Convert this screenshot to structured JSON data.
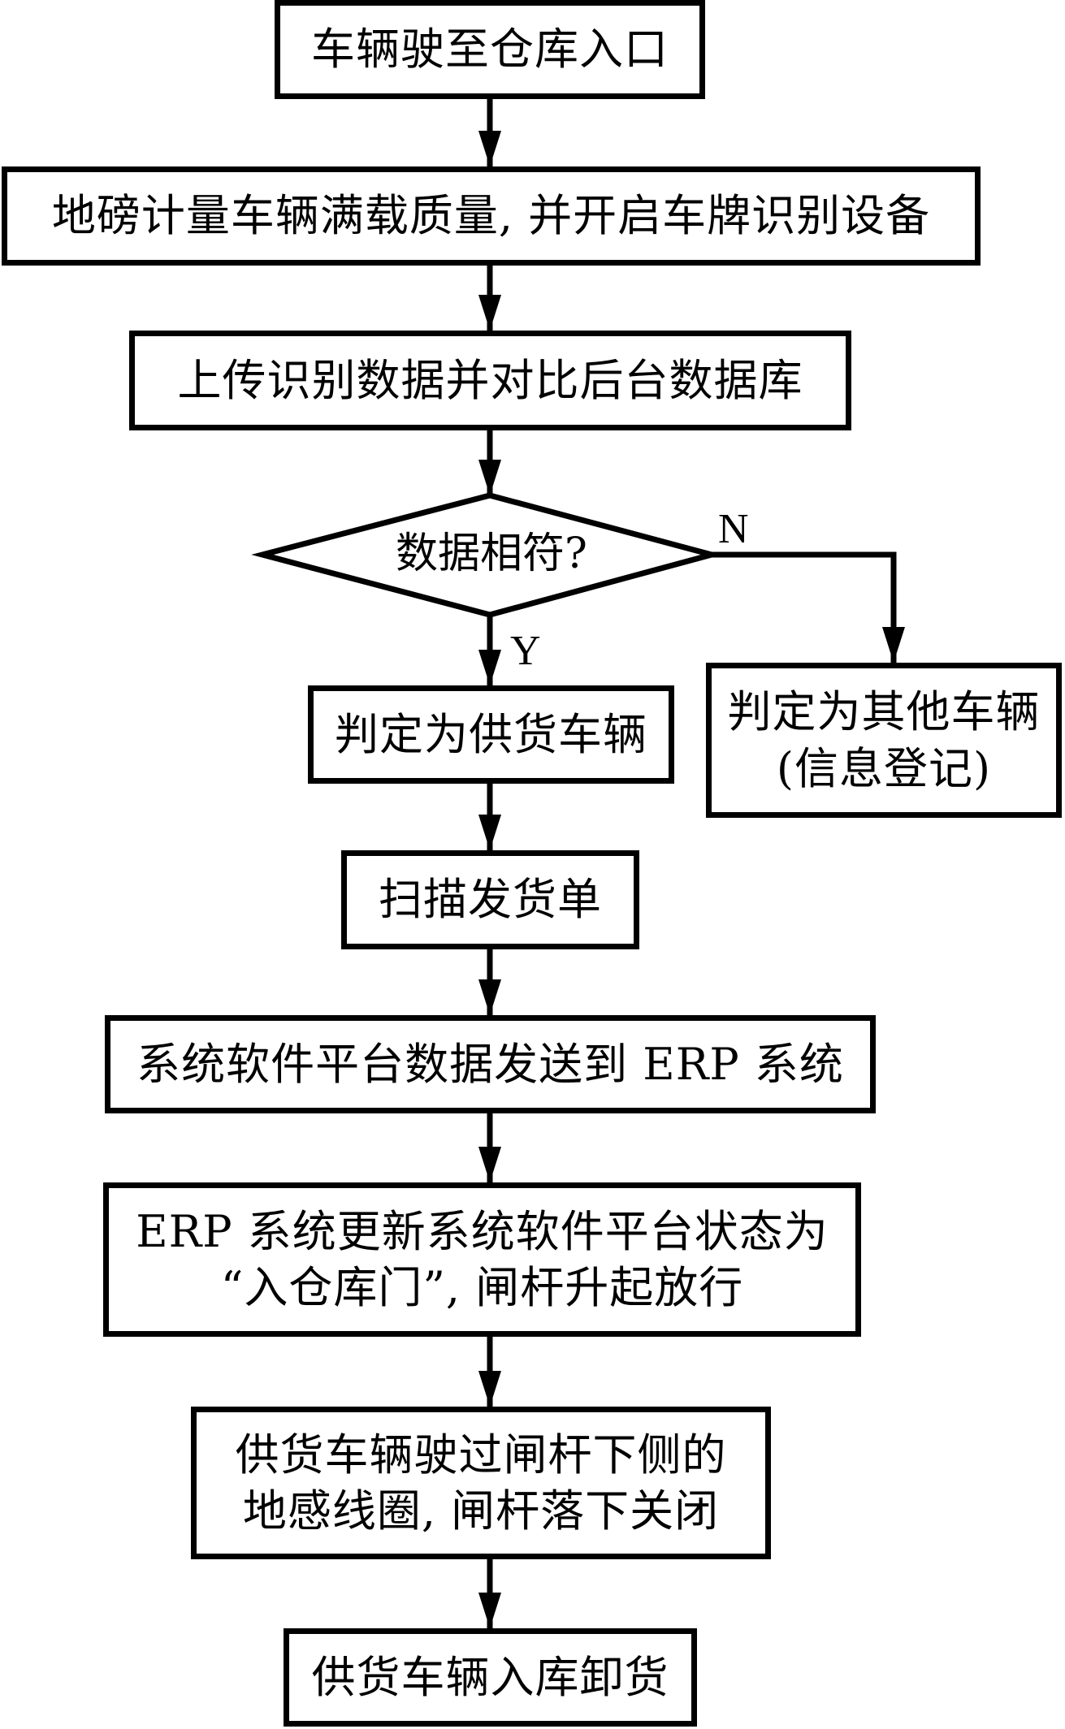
{
  "flowchart": {
    "nodes": {
      "start": {
        "text": "车辆驶至仓库入口"
      },
      "weigh": {
        "text": "地磅计量车辆满载质量, 并开启车牌识别设备"
      },
      "upload": {
        "text": "上传识别数据并对比后台数据库"
      },
      "decision": {
        "text": "数据相符?"
      },
      "supply_vehicle": {
        "text": "判定为供货车辆"
      },
      "other_vehicle": {
        "text": "判定为其他车辆\n(信息登记)"
      },
      "scan": {
        "text": "扫描发货单"
      },
      "send_erp": {
        "text": "系统软件平台数据发送到 ERP 系统"
      },
      "erp_update": {
        "text": "ERP 系统更新系统软件平台状态为\n“入仓库门”, 闸杆升起放行"
      },
      "pass_gate": {
        "text": "供货车辆驶过闸杆下侧的\n地感线圈, 闸杆落下关闭"
      },
      "unload": {
        "text": "供货车辆入库卸货"
      }
    },
    "edge_labels": {
      "yes": "Y",
      "no": "N"
    },
    "edges": [
      {
        "from": "start",
        "to": "weigh"
      },
      {
        "from": "weigh",
        "to": "upload"
      },
      {
        "from": "upload",
        "to": "decision"
      },
      {
        "from": "decision",
        "to": "supply_vehicle",
        "label": "Y"
      },
      {
        "from": "decision",
        "to": "other_vehicle",
        "label": "N"
      },
      {
        "from": "supply_vehicle",
        "to": "scan"
      },
      {
        "from": "scan",
        "to": "send_erp"
      },
      {
        "from": "send_erp",
        "to": "erp_update"
      },
      {
        "from": "erp_update",
        "to": "pass_gate"
      },
      {
        "from": "pass_gate",
        "to": "unload"
      }
    ],
    "colors": {
      "stroke": "#000000",
      "fill": "#ffffff",
      "text": "#000000"
    }
  }
}
